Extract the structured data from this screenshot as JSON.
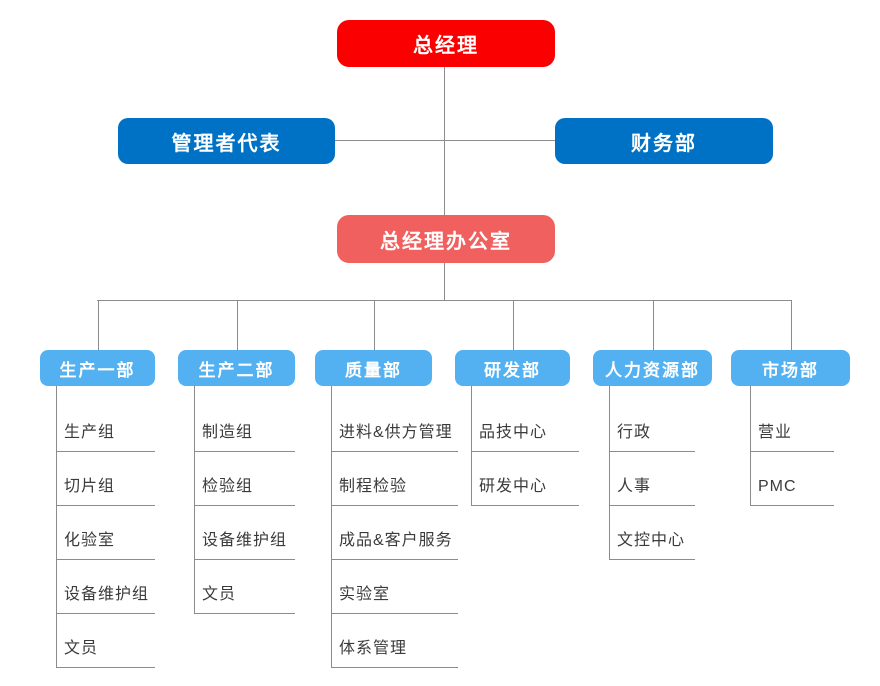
{
  "org": {
    "root": {
      "label": "总经理"
    },
    "level2": [
      {
        "label": "管理者代表"
      },
      {
        "label": "财务部"
      }
    ],
    "office": {
      "label": "总经理办公室"
    },
    "departments": [
      {
        "label": "生产一部",
        "children": [
          "生产组",
          "切片组",
          "化验室",
          "设备维护组",
          "文员"
        ]
      },
      {
        "label": "生产二部",
        "children": [
          "制造组",
          "检验组",
          "设备维护组",
          "文员"
        ]
      },
      {
        "label": "质量部",
        "children": [
          "进料&供方管理",
          "制程检验",
          "成品&客户服务",
          "实验室",
          "体系管理"
        ]
      },
      {
        "label": "研发部",
        "children": [
          "品技中心",
          "研发中心"
        ]
      },
      {
        "label": "人力资源部",
        "children": [
          "行政",
          "人事",
          "文控中心"
        ]
      },
      {
        "label": "市场部",
        "children": [
          "营业",
          "PMC"
        ]
      }
    ],
    "colors": {
      "root_bg": "#fa0000",
      "level2_bg": "#0072c6",
      "office_bg": "#f0605f",
      "dept_bg": "#53b1f1",
      "line": "#8c8c8c",
      "leaf_text": "#3b3b3b"
    }
  }
}
